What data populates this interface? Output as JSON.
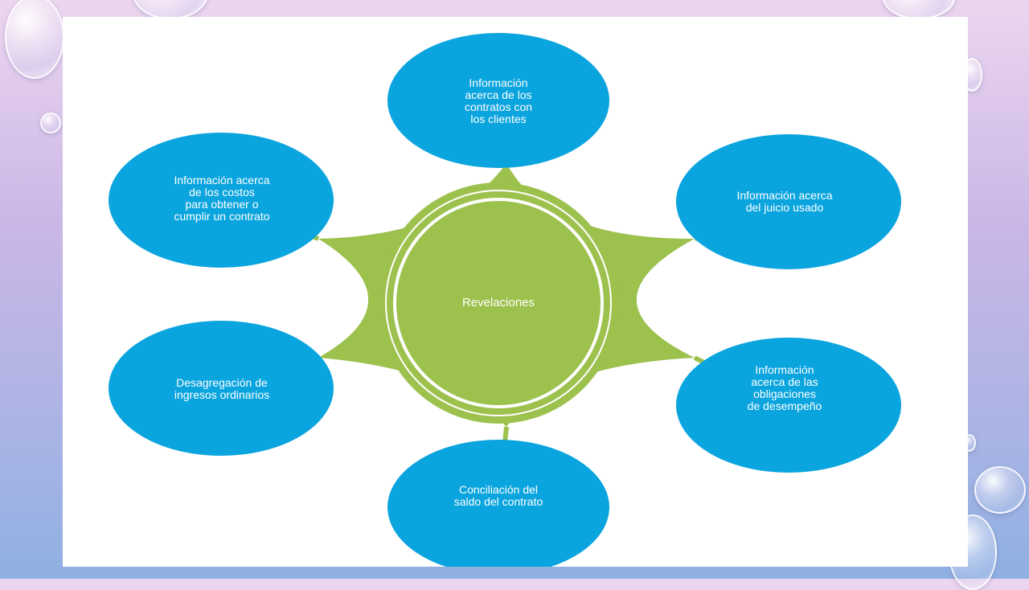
{
  "diagram": {
    "center": {
      "label": "Revelaciones"
    },
    "nodes": [
      {
        "id": "contratos-clientes",
        "label": "Información\nacerca de los\ncontratos con\nlos clientes"
      },
      {
        "id": "juicio-usado",
        "label": "Información acerca\ndel juicio usado"
      },
      {
        "id": "obligaciones-desempeno",
        "label": "Información\nacerca de las\nobligaciones\nde desempeño"
      },
      {
        "id": "conciliacion-saldo",
        "label": "Conciliación del\nsaldo del contrato"
      },
      {
        "id": "desagregacion-ingresos",
        "label": "Desagregación de\ningresos ordinarios"
      },
      {
        "id": "costos-contrato",
        "label": "Información acerca\nde los costos\npara obtener o\ncumplir un contrato"
      }
    ],
    "colors": {
      "node_fill": "#0aa4de",
      "hub_fill": "#9cc14d",
      "hub_ring": "#ffffff",
      "text": "#ffffff"
    }
  }
}
